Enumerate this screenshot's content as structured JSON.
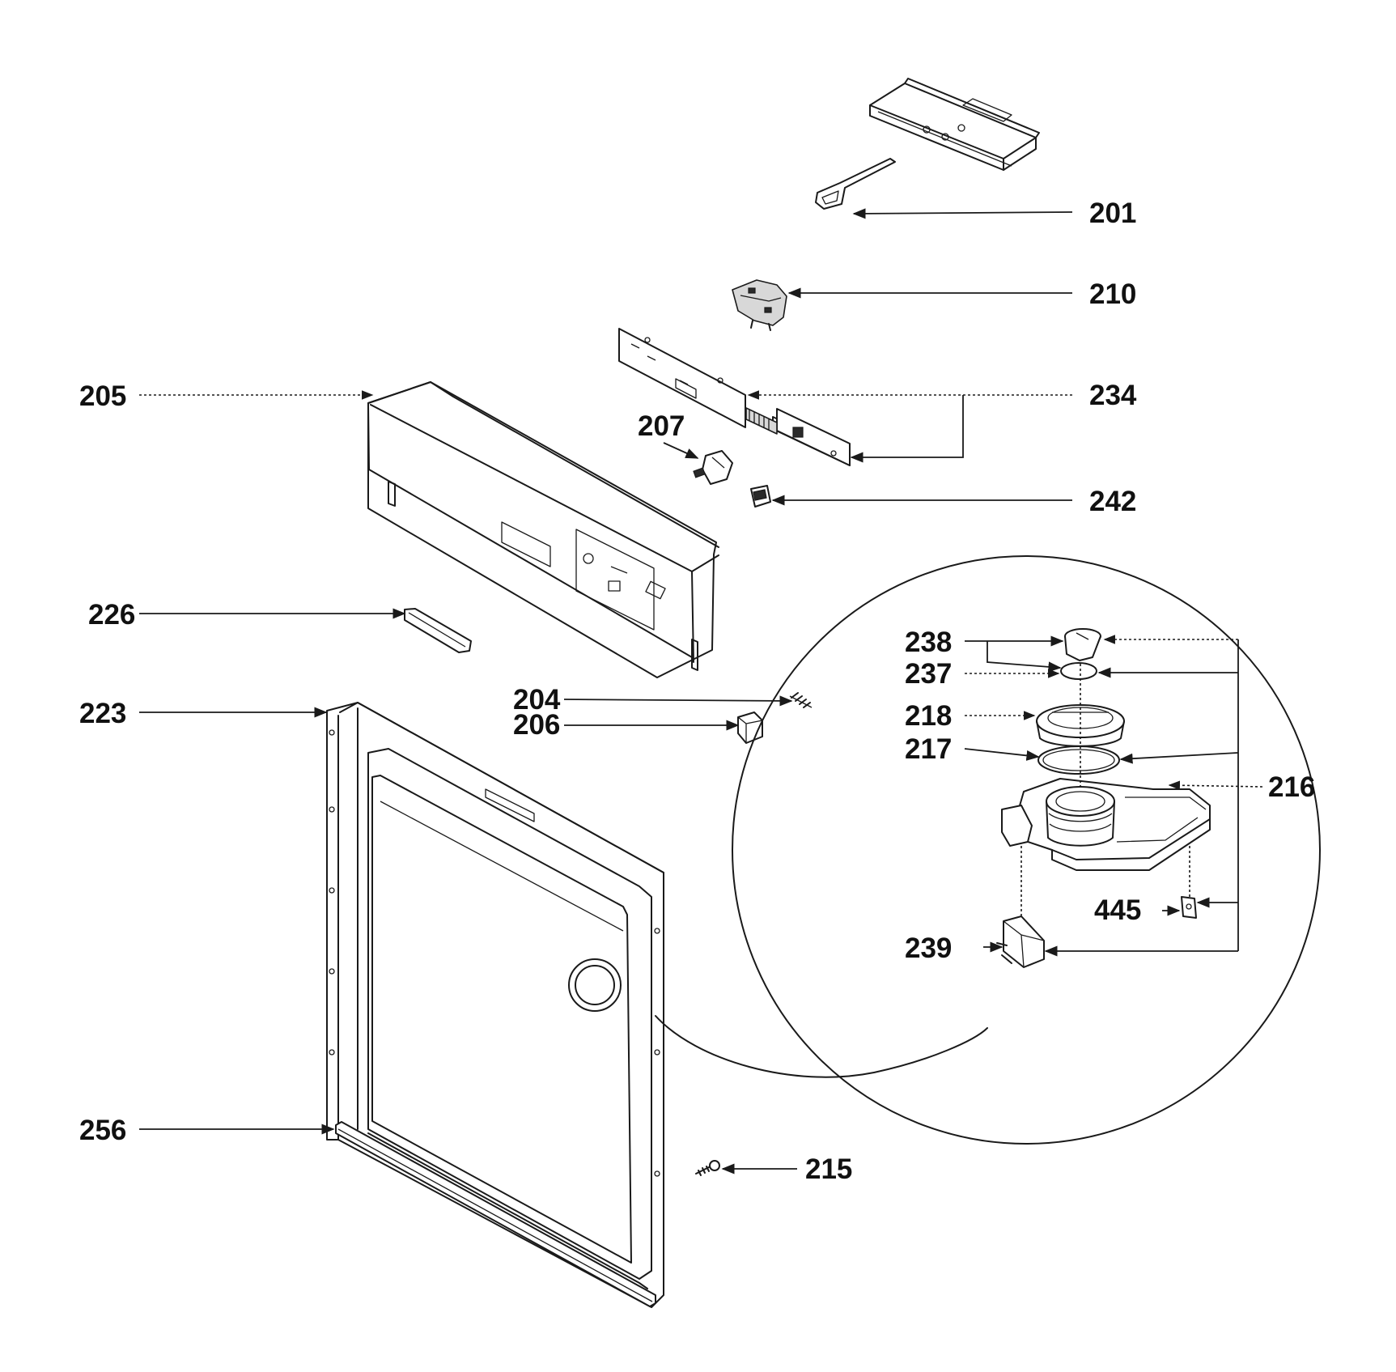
{
  "colors": {
    "ink": "#1a1a1a",
    "background": "#ffffff"
  },
  "callouts": {
    "p201": "201",
    "p210": "210",
    "p205": "205",
    "p234": "234",
    "p207": "207",
    "p242": "242",
    "p226": "226",
    "p238": "238",
    "p237": "237",
    "p204": "204",
    "p206": "206",
    "p223": "223",
    "p218": "218",
    "p217": "217",
    "p216": "216",
    "p445": "445",
    "p239": "239",
    "p256": "256",
    "p215": "215"
  }
}
